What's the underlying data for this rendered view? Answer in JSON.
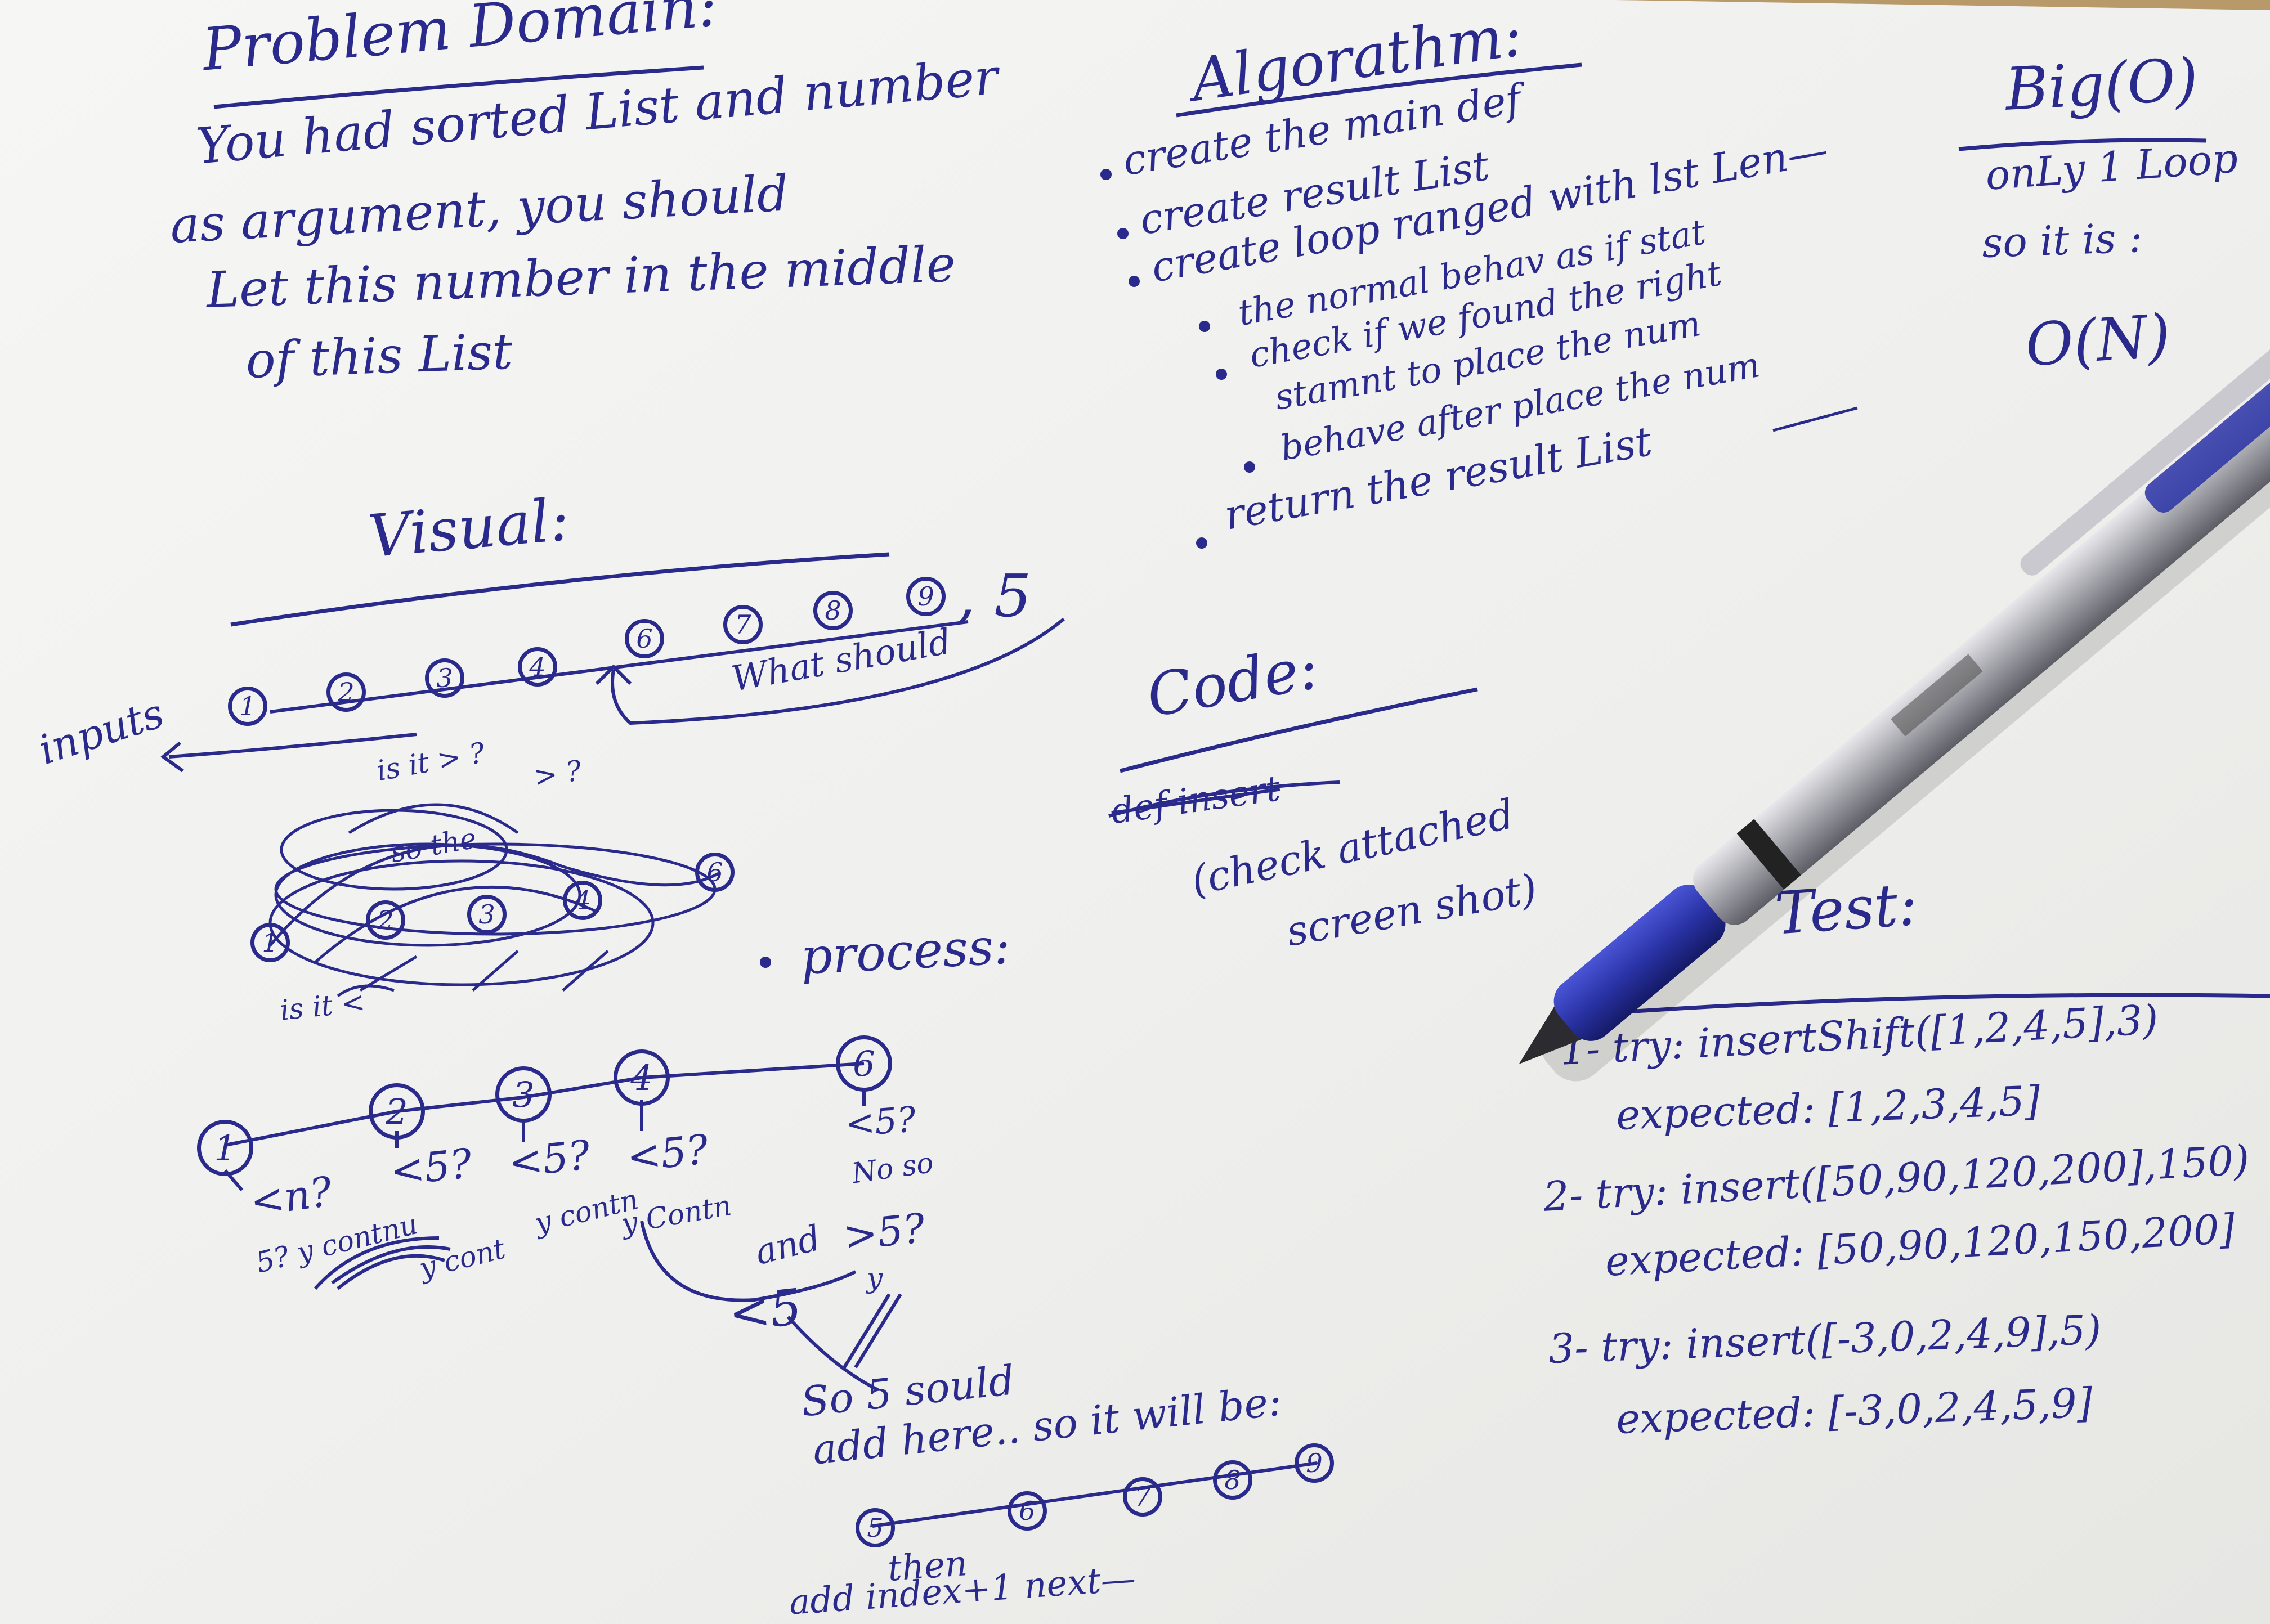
{
  "colors": {
    "ink": "#2a2a8c",
    "paper": "#f2f2f0",
    "pen_barrel": "#b9b9bd",
    "pen_grip": "#2a33a6"
  },
  "problem": {
    "heading": "Problem Domain:",
    "lines": [
      "You had sorted List and number",
      "as argument, you should",
      "Let this number in the middle",
      "of this List"
    ]
  },
  "algorithm": {
    "heading": "Algorathm:",
    "steps": [
      "create the main def",
      "create result List",
      "create loop ranged with lst Len—",
      "the normal behav as if stat",
      "check if we found the right",
      "stamnt to place the num",
      "behave after place the num",
      "return the result List"
    ]
  },
  "big_o": {
    "heading": "Big(O)",
    "lines": [
      "onLy 1 Loop",
      "so it is :",
      "O(N)"
    ]
  },
  "visual": {
    "heading": "Visual:",
    "inputs_label": "inputs",
    "nodes": [
      "1",
      "2",
      "3",
      "4",
      "6",
      "7",
      "8",
      "9"
    ],
    "value": ", 5",
    "arrow_label": "What should",
    "sketch_labels": [
      "is it > ?",
      "> ?",
      "so the",
      "1",
      "2",
      "3",
      "4",
      "6",
      "is it <"
    ]
  },
  "process": {
    "heading": "process:",
    "nodes": [
      "1",
      "2",
      "3",
      "4",
      "6"
    ],
    "checks": [
      "<n?",
      "<5?",
      "<5?",
      "<5?",
      "<5?"
    ],
    "answers": [
      "5? y contnu",
      "y cont",
      "y contn",
      "y Contn",
      "No so"
    ],
    "and_label": "and",
    "gt_label": ">5?",
    "y_label": "y",
    "lt_label": "<5",
    "conclusion_1": "So 5 sould",
    "conclusion_2": "add here.. so it will be:",
    "result_nodes": [
      "5",
      "6",
      "7",
      "8",
      "9"
    ],
    "then_1": "then",
    "then_2": "add index+1 next—"
  },
  "code": {
    "heading": "Code:",
    "struck": "def insert",
    "note_1": "(check attached",
    "note_2": "screen shot)"
  },
  "test": {
    "heading": "Test:",
    "cases": [
      {
        "try": "1- try: insertShift([1,2,4,5],3)",
        "expected": "expected: [1,2,3,4,5]"
      },
      {
        "try": "2- try: insert([50,90,120,200],150)",
        "expected": "expected: [50,90,120,150,200]"
      },
      {
        "try": "3- try: insert([-3,0,2,4,9],5)",
        "expected": "expected: [-3,0,2,4,5,9]"
      }
    ]
  }
}
